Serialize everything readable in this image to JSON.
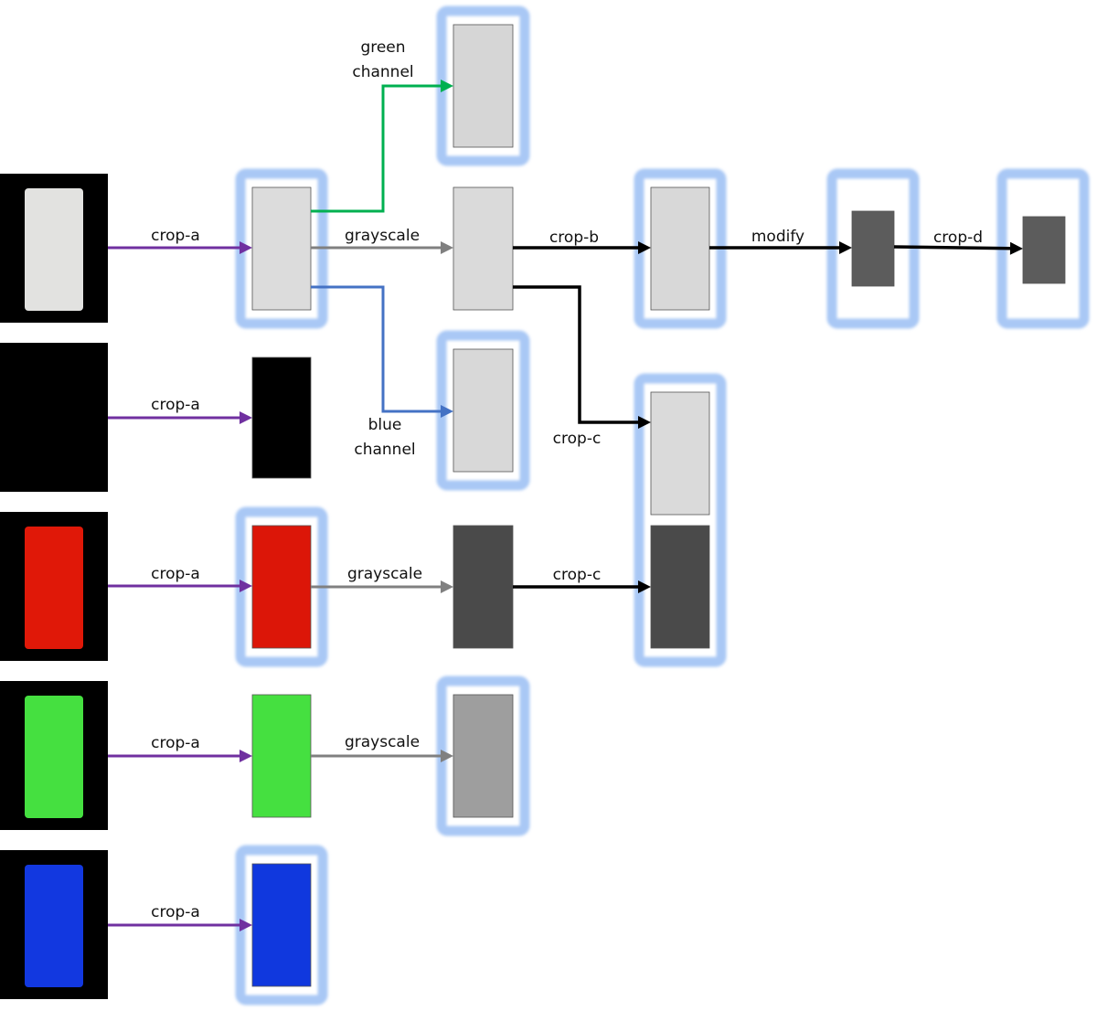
{
  "colors": {
    "highlight": "#a9c8f5",
    "purple": "#7030a0",
    "green_arrow": "#00b050",
    "blue_arrow": "#4472c4",
    "gray_arrow": "#808080",
    "black_arrow": "#000000"
  },
  "rows": [
    {
      "name": "white",
      "source_screen": "#e4e4e2"
    },
    {
      "name": "black",
      "source_screen": "#000000"
    },
    {
      "name": "red",
      "source_screen": "#e01808"
    },
    {
      "name": "green",
      "source_screen": "#45e040"
    },
    {
      "name": "blue",
      "source_screen": "#1238e0"
    }
  ],
  "nodes": [
    {
      "id": "src-white",
      "fill": "#e2e2e0",
      "highlighted": false
    },
    {
      "id": "src-black",
      "fill": "#000000",
      "highlighted": false
    },
    {
      "id": "src-red",
      "fill": "#e01808",
      "highlighted": false
    },
    {
      "id": "src-green",
      "fill": "#45e040",
      "highlighted": false
    },
    {
      "id": "src-blue",
      "fill": "#1238e0",
      "highlighted": false
    },
    {
      "id": "crop-white",
      "fill": "#dcdcdc",
      "highlighted": true
    },
    {
      "id": "crop-black",
      "fill": "#000000",
      "highlighted": false
    },
    {
      "id": "crop-red",
      "fill": "#dc1608",
      "highlighted": true
    },
    {
      "id": "crop-green",
      "fill": "#45e040",
      "highlighted": false
    },
    {
      "id": "crop-blue",
      "fill": "#1038de",
      "highlighted": true
    },
    {
      "id": "green-channel",
      "fill": "#d6d6d6",
      "highlighted": true
    },
    {
      "id": "gray-white",
      "fill": "#dadada",
      "highlighted": false
    },
    {
      "id": "blue-channel",
      "fill": "#d8d8d8",
      "highlighted": true
    },
    {
      "id": "gray-red",
      "fill": "#4a4a4a",
      "highlighted": false
    },
    {
      "id": "gray-green",
      "fill": "#9e9e9e",
      "highlighted": true
    },
    {
      "id": "cropb-white",
      "fill": "#d8d8d8",
      "highlighted": true
    },
    {
      "id": "cropc-white",
      "fill": "#dadada",
      "highlighted": false
    },
    {
      "id": "cropc-red",
      "fill": "#4a4a4a",
      "highlighted": false
    },
    {
      "id": "modified",
      "fill": "#5c5c5c",
      "highlighted": true
    },
    {
      "id": "cropd",
      "fill": "#5c5c5c",
      "highlighted": true
    }
  ],
  "groups": [
    {
      "id": "cropc-group",
      "highlighted": true
    }
  ],
  "edges": [
    {
      "id": "e-crop-a-white",
      "label": "crop-a",
      "color": "#7030a0"
    },
    {
      "id": "e-crop-a-black",
      "label": "crop-a",
      "color": "#7030a0"
    },
    {
      "id": "e-crop-a-red",
      "label": "crop-a",
      "color": "#7030a0"
    },
    {
      "id": "e-crop-a-green",
      "label": "crop-a",
      "color": "#7030a0"
    },
    {
      "id": "e-crop-a-blue",
      "label": "crop-a",
      "color": "#7030a0"
    },
    {
      "id": "e-green-channel",
      "label": "green\nchannel",
      "color": "#00b050"
    },
    {
      "id": "e-grayscale-white",
      "label": "grayscale",
      "color": "#808080"
    },
    {
      "id": "e-blue-channel",
      "label": "blue\nchannel",
      "color": "#4472c4"
    },
    {
      "id": "e-grayscale-red",
      "label": "grayscale",
      "color": "#808080"
    },
    {
      "id": "e-grayscale-green",
      "label": "grayscale",
      "color": "#808080"
    },
    {
      "id": "e-crop-b",
      "label": "crop-b",
      "color": "#000000"
    },
    {
      "id": "e-crop-c-white",
      "label": "crop-c",
      "color": "#000000"
    },
    {
      "id": "e-crop-c-red",
      "label": "crop-c",
      "color": "#000000"
    },
    {
      "id": "e-modify",
      "label": "modify",
      "color": "#000000"
    },
    {
      "id": "e-crop-d",
      "label": "crop-d",
      "color": "#000000"
    }
  ],
  "labels": {
    "crop_a": "crop-a",
    "grayscale": "grayscale",
    "green_channel_1": "green",
    "green_channel_2": "channel",
    "blue_channel_1": "blue",
    "blue_channel_2": "channel",
    "crop_b": "crop-b",
    "crop_c": "crop-c",
    "modify": "modify",
    "crop_d": "crop-d"
  }
}
